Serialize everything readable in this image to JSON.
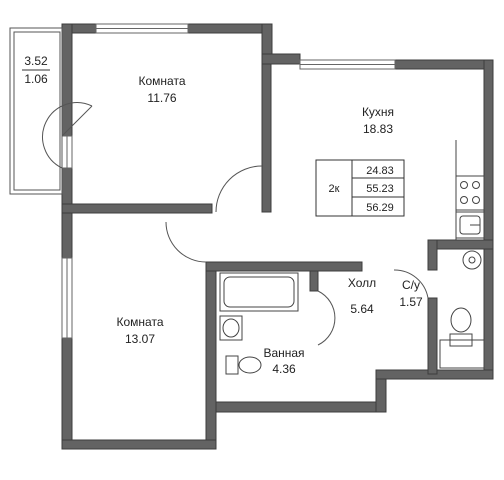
{
  "colors": {
    "wall_fill": "#636363",
    "wall_stroke": "#3c3c3c",
    "line": "#555555",
    "background": "#ffffff"
  },
  "balcony": {
    "length": "3.52",
    "area": "1.06"
  },
  "rooms": {
    "room1": {
      "name": "Комната",
      "area": "11.76"
    },
    "kitchen": {
      "name": "Кухня",
      "area": "18.83"
    },
    "room2": {
      "name": "Комната",
      "area": "13.07"
    },
    "bathroom": {
      "name": "Ванная",
      "area": "4.36"
    },
    "hall": {
      "name": "Холл",
      "area": "5.64"
    },
    "toilet": {
      "name": "С/у",
      "area": "1.57"
    }
  },
  "summary": {
    "rooms_count": "2к",
    "living_area": "24.83",
    "total_area": "55.23",
    "total_with_balcony": "56.29"
  },
  "icons": [
    "stove-icon",
    "sink-icon",
    "bathtub-icon",
    "washbasin-icon",
    "toilet-icon",
    "water-heater-icon"
  ]
}
